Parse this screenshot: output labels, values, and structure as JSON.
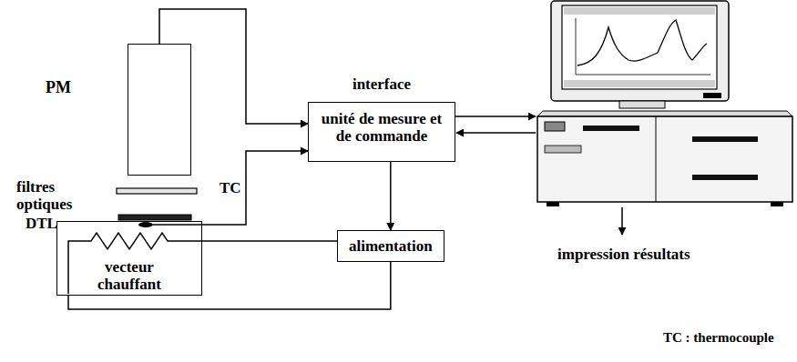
{
  "diagram": {
    "nodes": [
      {
        "text": [
          "PM"
        ]
      },
      {
        "text": [
          "interface",
          "unité de mesure et de commande"
        ]
      },
      {
        "text": [
          "alimentation"
        ]
      },
      {
        "text": [
          "vecteur chauffant"
        ]
      }
    ],
    "edges": [
      {
        "from": 0,
        "to": 1,
        "arrow": "to"
      },
      {
        "from": 3,
        "to": 1,
        "label": "TC",
        "arrow": "to"
      },
      {
        "from": 1,
        "to": 2,
        "arrow": "to"
      },
      {
        "from": 2,
        "to": 3,
        "arrow": "none"
      },
      {
        "from": 2,
        "to": 3,
        "arrow": "none"
      }
    ],
    "labels": [
      "filtres optiques",
      "DTL",
      "impression résultats",
      "TC : thermocouple"
    ]
  }
}
